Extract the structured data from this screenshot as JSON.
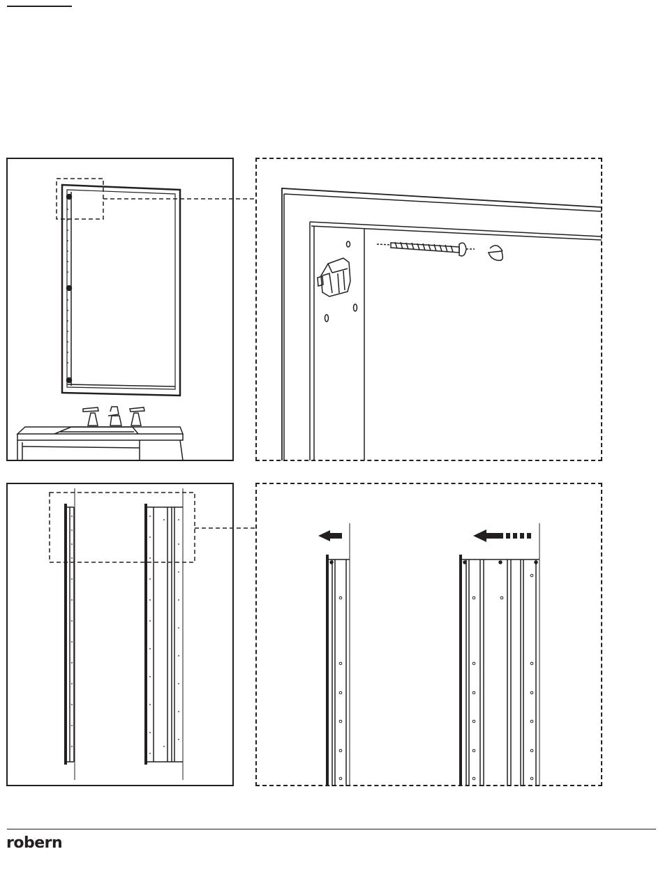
{
  "footer": {
    "brand": "robern",
    "brand_mark": "."
  },
  "colors": {
    "ink": "#231f20",
    "paper": "#ffffff"
  },
  "figures": [
    {
      "name": "mirror-over-vanity-overview",
      "icon": "mirror-icon"
    },
    {
      "name": "top-corner-detail-screw-and-bracket",
      "icon": "screw-icon"
    },
    {
      "name": "side-rails-overview",
      "icon": "rail-icon"
    },
    {
      "name": "side-rails-detail-slide-arrows",
      "icon": "arrow-left-icon"
    }
  ]
}
